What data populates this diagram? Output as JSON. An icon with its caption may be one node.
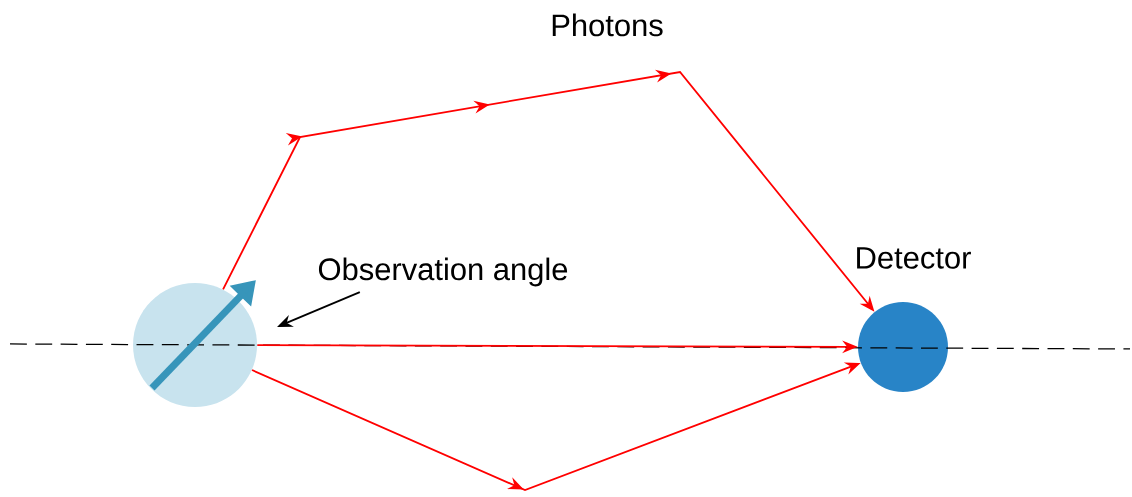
{
  "diagram": {
    "nodes": [
      {
        "text": [],
        "shape": "circle"
      },
      {
        "text": [
          "Detector"
        ]
      },
      {
        "text": [
          "Observation angle"
        ]
      }
    ],
    "edges": [
      {
        "from": 0,
        "to": 1,
        "arrow": "to",
        "color": "#ff0000"
      },
      {
        "from": 0,
        "to": 1,
        "arrow": "to",
        "color": "#ff0000"
      },
      {
        "from": 0,
        "to": 1,
        "arrow": "to",
        "color": "#ff0000"
      },
      {
        "from": 2,
        "to": null,
        "arrow": "to",
        "color": "#000000"
      }
    ],
    "labels": [
      "Photons"
    ]
  }
}
